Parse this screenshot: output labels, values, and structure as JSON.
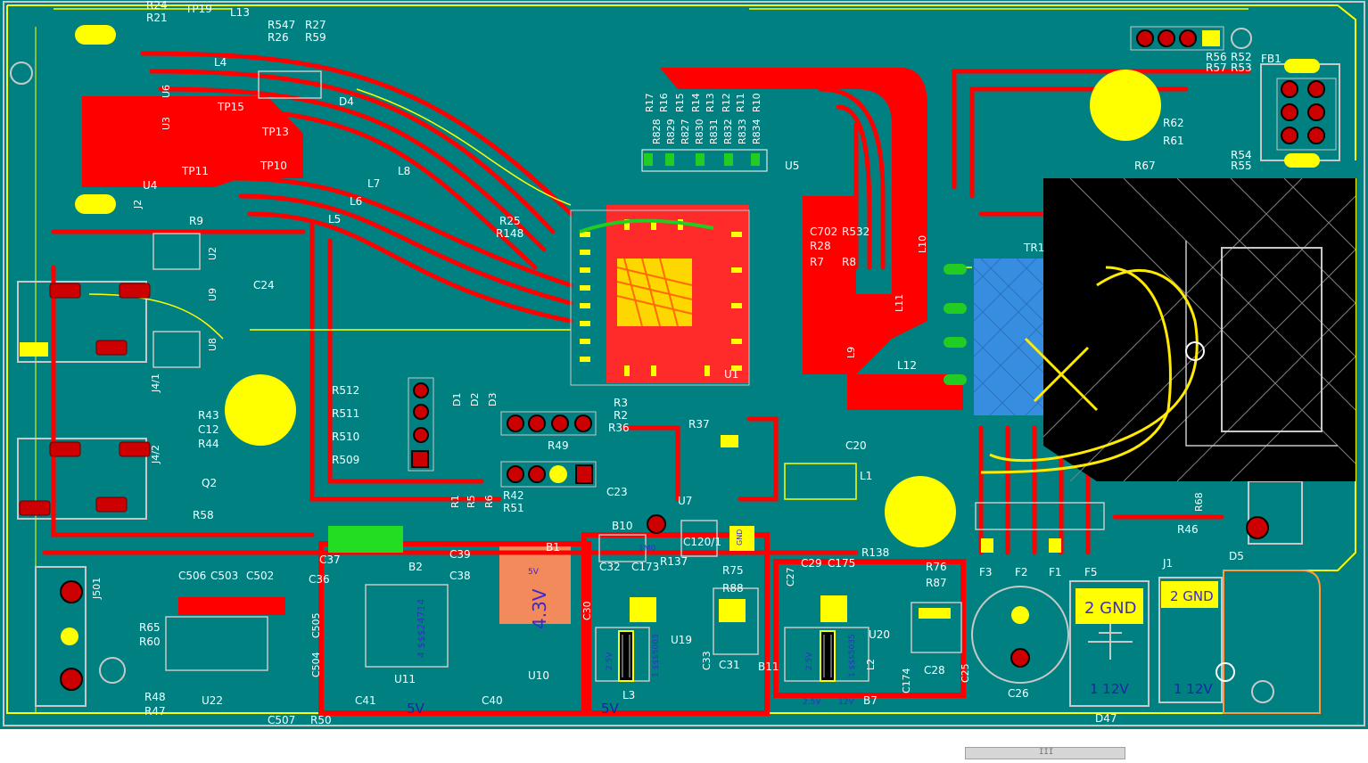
{
  "colors": {
    "board": "#008080",
    "copper_top": "#ff0000",
    "silk": "#ffff00",
    "outline": "#c8c8c8",
    "mounting_hole": "#ffff00",
    "keepout": "#000000",
    "selection": "#3a8ee6"
  },
  "refdes": [
    "R24",
    "R21",
    "TP19",
    "L13",
    "R547",
    "R27",
    "R26",
    "R59",
    "L4",
    "U6",
    "U3",
    "TP15",
    "TP13",
    "TP10",
    "TP11",
    "U4",
    "J2",
    "L8",
    "L7",
    "L6",
    "L5",
    "D4",
    "R9",
    "U2",
    "C24",
    "U9",
    "U8",
    "J4/1",
    "J4/2",
    "R43",
    "C12",
    "R44",
    "Q2",
    "R58",
    "R25",
    "R148",
    "R17",
    "R16",
    "R15",
    "R14",
    "R13",
    "R12",
    "R11",
    "R10",
    "R828",
    "R829",
    "R827",
    "R830",
    "R831",
    "R832",
    "R833",
    "R834",
    "U5",
    "C702",
    "R28",
    "R532",
    "R7",
    "R8",
    "L10",
    "L11",
    "L9",
    "L12",
    "U1",
    "R512",
    "R511",
    "R510",
    "R509",
    "D1",
    "D2",
    "D3",
    "R3",
    "R2",
    "R36",
    "R37",
    "R49",
    "R1",
    "R5",
    "R6",
    "R42",
    "R51",
    "C23",
    "U7",
    "C20",
    "L1",
    "TR1",
    "R56",
    "R52",
    "R57",
    "R53",
    "FB1",
    "R62",
    "R61",
    "R54",
    "R55",
    "R67",
    "R68",
    "R46",
    "D5",
    "J1",
    "F3",
    "F2",
    "F1",
    "F5",
    "C26",
    "D47",
    "J501",
    "C506",
    "C503",
    "C502",
    "C505",
    "C504",
    "C507",
    "R50",
    "R65",
    "R60",
    "R48",
    "R47",
    "U22",
    "C37",
    "C36",
    "B2",
    "U11",
    "C41",
    "C39",
    "C38",
    "B1",
    "U10",
    "C40",
    "B10",
    "C120/1",
    "C32",
    "C173",
    "R137",
    "R75",
    "R88",
    "C30",
    "U19",
    "C33",
    "C31",
    "B11",
    "L3",
    "C27",
    "C29",
    "C175",
    "R138",
    "R76",
    "R87",
    "U20",
    "C174",
    "C28",
    "C25",
    "L2",
    "B7"
  ],
  "annotations": {
    "v43": "4.3V",
    "v5a": "5V",
    "v5b": "5V",
    "v5c": "5V",
    "v12a": "1 12V",
    "v12b": "1 12V",
    "gnd1": "2 GND",
    "gnd2": "2 GND",
    "part1": "4 $$$24714",
    "part2": "1 $$$5003",
    "part3": "1 $$$5035",
    "v25a": "2.5V",
    "v25b": "2.5V",
    "v25c": "2.5V",
    "v12c": "12V",
    "gnd_small": "GND",
    "ohm": "1M0"
  },
  "scrollbar": {
    "grip": "III"
  }
}
